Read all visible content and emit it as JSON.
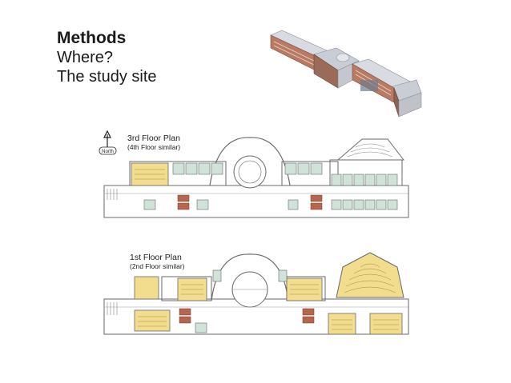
{
  "slide": {
    "title": "Methods",
    "line2": "Where?",
    "line3": "The study site"
  },
  "plans": {
    "upper": {
      "label": "3rd Floor Plan",
      "sublabel": "(4th Floor similar)",
      "north": "North"
    },
    "lower": {
      "label": "1st Floor Plan",
      "sublabel": "(2nd Floor similar)"
    }
  },
  "colors": {
    "classroom": "#f2dd8e",
    "office": "#cfe3d8",
    "service": "#b4674e",
    "wall": "#6a6a6a",
    "model_roof": "#d8dbe2",
    "model_brick": "#b87a63"
  },
  "icons": [
    "north-arrow-icon"
  ]
}
